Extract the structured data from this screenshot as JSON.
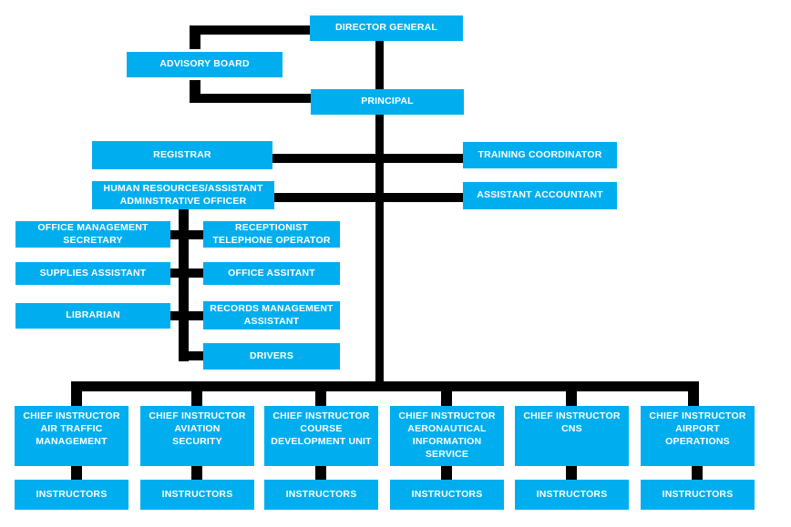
{
  "palette": {
    "box_blue": "#00AEEF",
    "line_black": "#000000",
    "text_white": "#FFFFFF"
  },
  "nodes": {
    "director_general": {
      "label": "DIRECTOR GENERAL"
    },
    "advisory_board": {
      "label": "ADVISORY BOARD"
    },
    "principal": {
      "label": "PRINCIPAL"
    },
    "registrar": {
      "label": "REGISTRAR"
    },
    "training_coordinator": {
      "label": "TRAINING COORDINATOR"
    },
    "hr_admin_officer": {
      "label": "HUMAN RESOURCES/ASSISTANT\nADMINSTRATIVE OFFICER"
    },
    "assistant_accountant": {
      "label": "ASSISTANT ACCOUNTANT"
    },
    "office_management_secretary": {
      "label": "OFFICE MANAGEMENT\nSECRETARY"
    },
    "receptionist_telephone_operator": {
      "label": "RECEPTIONIST\nTELEPHONE OPERATOR"
    },
    "supplies_assistant": {
      "label": "SUPPLIES ASSISTANT"
    },
    "office_assitant": {
      "label": "OFFICE ASSITANT"
    },
    "librarian": {
      "label": "LIBRARIAN"
    },
    "records_management_assistant": {
      "label": "RECORDS MANAGEMENT\nASSISTANT"
    },
    "drivers": {
      "label": "DRIVERS"
    },
    "chief_air_traffic_management": {
      "label": "CHIEF INSTRUCTOR\nAIR TRAFFIC\nMANAGEMENT"
    },
    "chief_aviation_security": {
      "label": "CHIEF INSTRUCTOR\nAVIATION\nSECURITY"
    },
    "chief_course_development_unit": {
      "label": "CHIEF INSTRUCTOR\nCOURSE\nDEVELOPMENT UNIT"
    },
    "chief_aeronautical_information_service": {
      "label": "CHIEF INSTRUCTOR\nAERONAUTICAL\nINFORMATION\nSERVICE"
    },
    "chief_cns": {
      "label": "CHIEF INSTRUCTOR\nCNS"
    },
    "chief_airport_operations": {
      "label": "CHIEF INSTRUCTOR\nAIRPORT\nOPERATIONS"
    },
    "instructors_air_traffic_management": {
      "label": "INSTRUCTORS"
    },
    "instructors_aviation_security": {
      "label": "INSTRUCTORS"
    },
    "instructors_course_development_unit": {
      "label": "INSTRUCTORS"
    },
    "instructors_aeronautical_information_service": {
      "label": "INSTRUCTORS"
    },
    "instructors_cns": {
      "label": "INSTRUCTORS"
    },
    "instructors_airport_operations": {
      "label": "INSTRUCTORS"
    }
  }
}
